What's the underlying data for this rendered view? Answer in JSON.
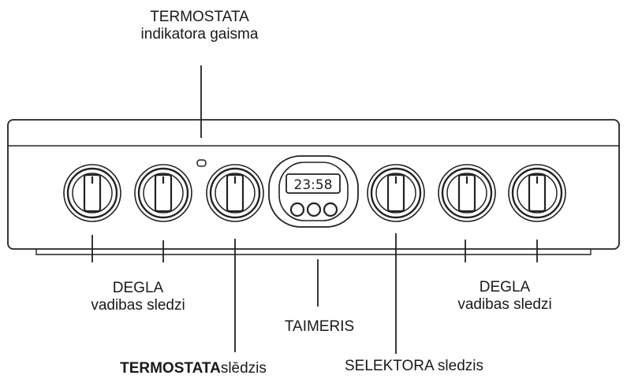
{
  "labels": {
    "thermostat_light": {
      "line1": "TERMOSTATA",
      "line2": "indikatora gaisma"
    },
    "burner_left": {
      "line1": "DEGLA",
      "line2": "vadibas sledzi"
    },
    "timer": "TAIMERIS",
    "burner_right": {
      "line1": "DEGLA",
      "line2": "vadibas sledzi"
    },
    "thermostat_switch": {
      "bold": "TERMOSTATA",
      "rest": "slēdzis"
    },
    "selector_switch": "SELEKTORA sledzis"
  },
  "timer_display": "23:58",
  "colors": {
    "line": "#222222",
    "panel_fill": "#ffffff",
    "background": "#ffffff"
  }
}
